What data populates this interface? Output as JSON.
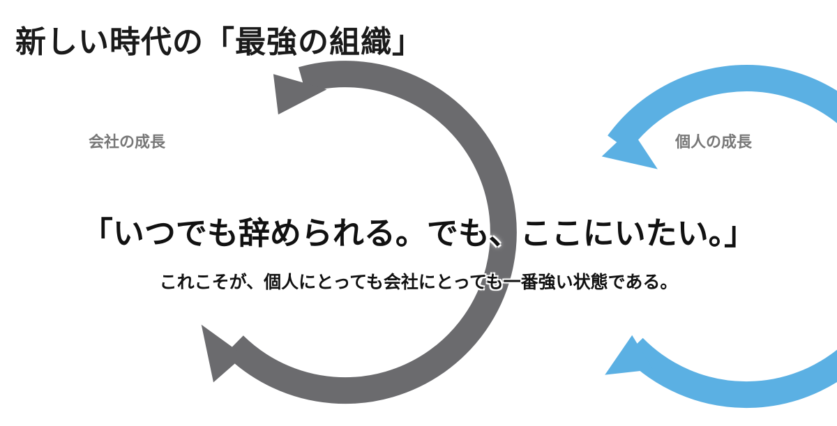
{
  "title": "新しい時代の「最強の組織」",
  "diagram": {
    "left_cycle_label": "会社の成長",
    "right_cycle_label": "個人の成長",
    "colors": {
      "left_cycle": "#6b6b6e",
      "right_cycle": "#5bb0e3"
    }
  },
  "message": {
    "headline": "「いつでも辞められる。でも、ここにいたい。」",
    "subline": "これこそが、個人にとっても会社にとっても一番強い状態である。"
  }
}
